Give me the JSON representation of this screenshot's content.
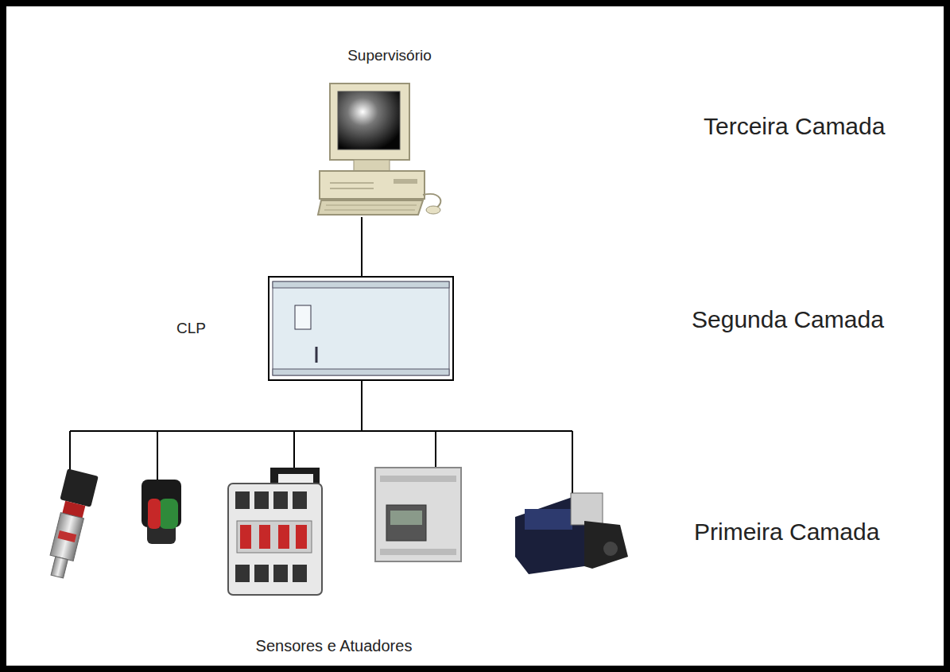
{
  "diagram": {
    "nodes": [
      {
        "text": [
          "Supervisório"
        ]
      },
      {
        "text": [
          "CLP"
        ]
      },
      {
        "text": [
          "Sensores e Atuadores"
        ]
      }
    ],
    "edges": [
      {
        "from": 0,
        "to": 1,
        "arrow": "none"
      },
      {
        "from": 1,
        "to": 2,
        "arrow": "none"
      }
    ],
    "labels": [
      "Terceira Camada",
      "Segunda Camada",
      "Primeira Camada"
    ]
  }
}
